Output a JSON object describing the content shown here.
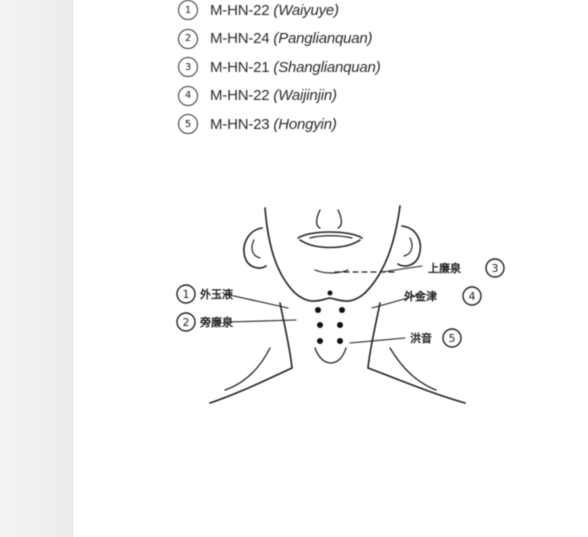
{
  "legend": {
    "items": [
      {
        "num": "1",
        "code": "M-HN-22",
        "name": "(Waiyuye)"
      },
      {
        "num": "2",
        "code": "M-HN-24",
        "name": "(Panglianquan)"
      },
      {
        "num": "3",
        "code": "M-HN-21",
        "name": "(Shanglianquan)"
      },
      {
        "num": "4",
        "code": "M-HN-22",
        "name": "(Waijinjin)"
      },
      {
        "num": "5",
        "code": "M-HN-23",
        "name": "(Hongyin)"
      }
    ]
  },
  "diagram": {
    "labels": {
      "p1": {
        "num": "1",
        "text": "外玉液"
      },
      "p2": {
        "num": "2",
        "text": "旁廉泉"
      },
      "p3": {
        "num": "3",
        "text": "上廉泉"
      },
      "p4": {
        "num": "4",
        "text": "外金津"
      },
      "p5": {
        "num": "5",
        "text": "洪音"
      }
    }
  }
}
